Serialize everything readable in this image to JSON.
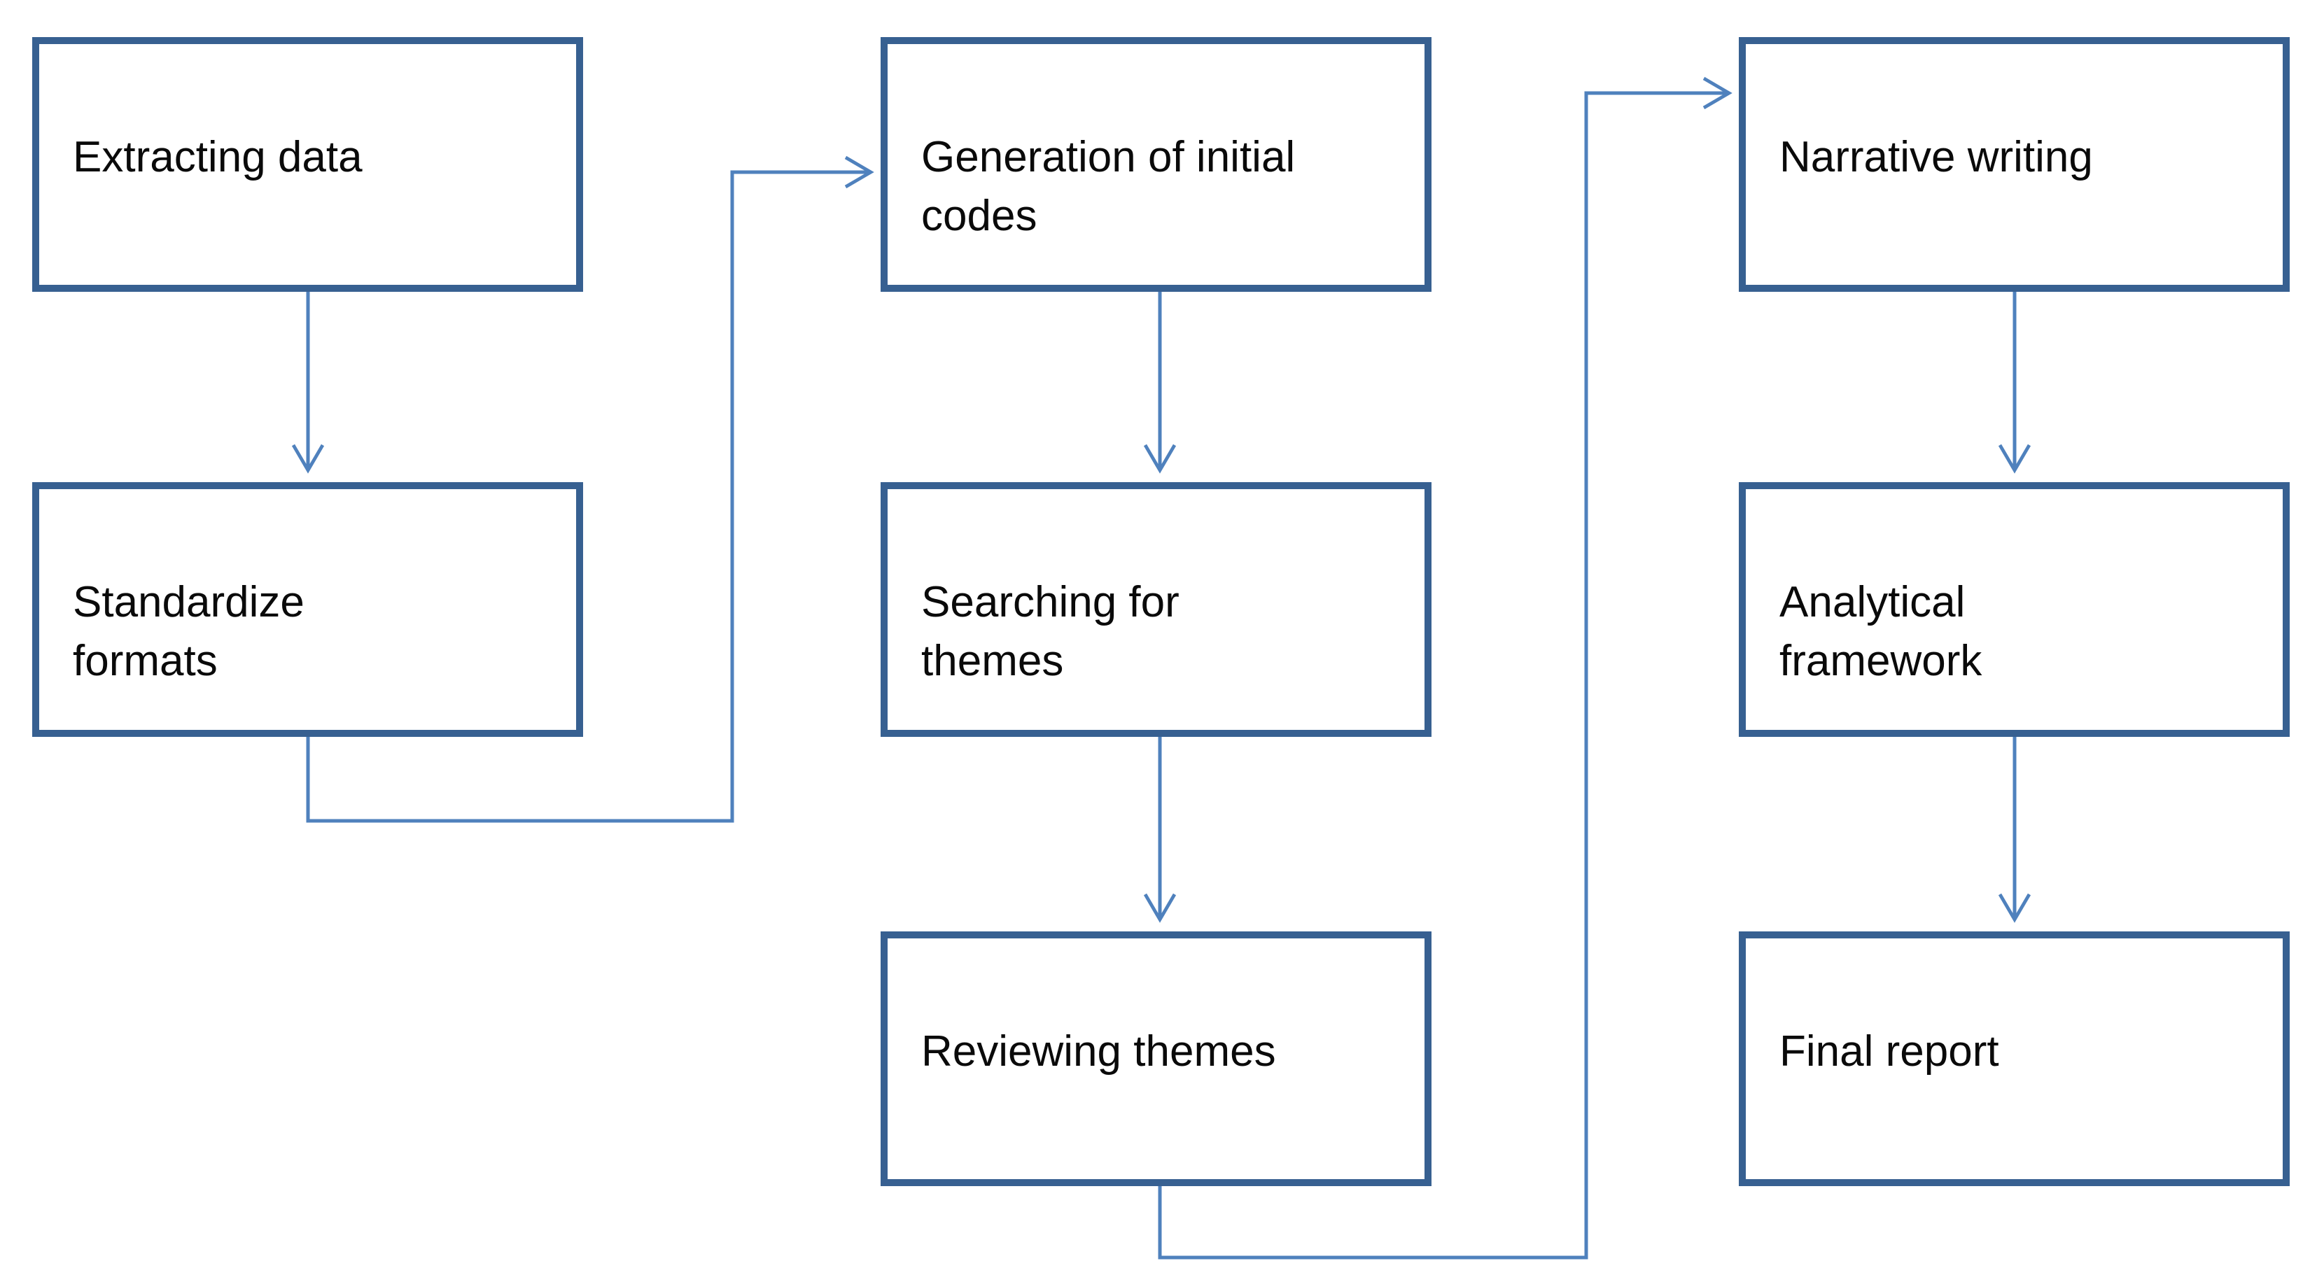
{
  "diagram": {
    "type": "flowchart",
    "background_color": "#ffffff",
    "box_border_color": "#376091",
    "connector_color": "#4f81bd",
    "text_color": "#0a0a0a",
    "nodes": [
      {
        "id": "extracting-data",
        "label": "Extracting data",
        "column": 1,
        "row": 1
      },
      {
        "id": "standardize-formats",
        "label": "Standardize\nformats",
        "column": 1,
        "row": 2
      },
      {
        "id": "generation-of-initial-codes",
        "label": "Generation of initial\ncodes",
        "column": 2,
        "row": 1
      },
      {
        "id": "searching-for-themes",
        "label": "Searching for\nthemes",
        "column": 2,
        "row": 2
      },
      {
        "id": "reviewing-themes",
        "label": "Reviewing themes",
        "column": 2,
        "row": 3
      },
      {
        "id": "narrative-writing",
        "label": "Narrative writing",
        "column": 3,
        "row": 1
      },
      {
        "id": "analytical-framework",
        "label": "Analytical\nframework",
        "column": 3,
        "row": 2
      },
      {
        "id": "final-report",
        "label": "Final report",
        "column": 3,
        "row": 3
      }
    ],
    "edges": [
      {
        "from": "extracting-data",
        "to": "standardize-formats",
        "style": "straight-down"
      },
      {
        "from": "standardize-formats",
        "to": "generation-of-initial-codes",
        "style": "elbow-down-right-up"
      },
      {
        "from": "generation-of-initial-codes",
        "to": "searching-for-themes",
        "style": "straight-down"
      },
      {
        "from": "searching-for-themes",
        "to": "reviewing-themes",
        "style": "straight-down"
      },
      {
        "from": "reviewing-themes",
        "to": "narrative-writing",
        "style": "elbow-down-right-up"
      },
      {
        "from": "narrative-writing",
        "to": "analytical-framework",
        "style": "straight-down"
      },
      {
        "from": "analytical-framework",
        "to": "final-report",
        "style": "straight-down"
      }
    ]
  }
}
